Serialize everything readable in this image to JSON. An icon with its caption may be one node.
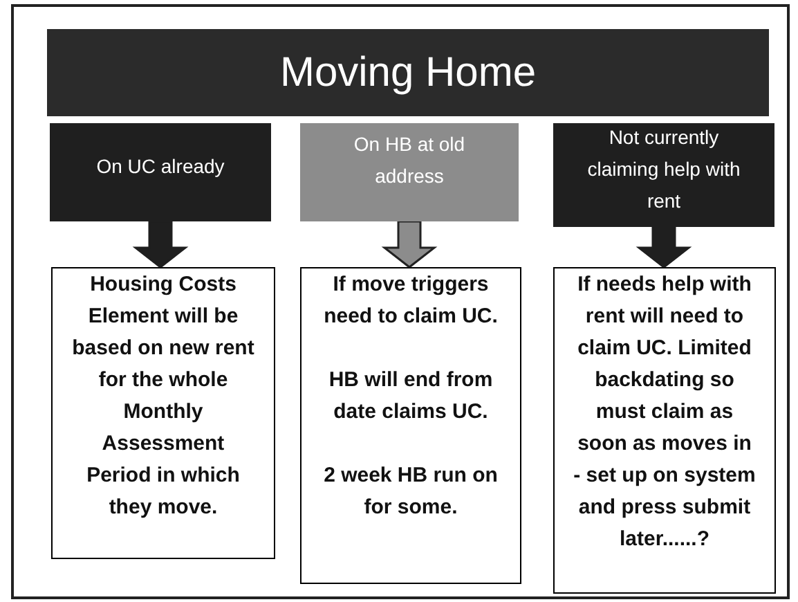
{
  "diagram": {
    "title": "Moving Home",
    "nodes": [
      {
        "text": [
          "On UC already"
        ]
      },
      {
        "text": [
          "On HB at old address"
        ]
      },
      {
        "text": [
          "Not currently claiming help with rent"
        ]
      },
      {
        "text": [
          "Housing Costs Element will be based on new rent for the whole Monthly Assessment Period in which they move."
        ]
      },
      {
        "text": [
          "If move triggers need to claim UC.",
          "HB will end from date claims UC.",
          "2 week HB run on for some."
        ]
      },
      {
        "text": [
          "If needs help with rent will need to claim UC. Limited backdating so must claim as soon as moves in - set up on system and press submit later......?"
        ]
      }
    ],
    "edges": [
      {
        "from": 0,
        "to": 3,
        "arrow": "to"
      },
      {
        "from": 1,
        "to": 4,
        "arrow": "to",
        "color": "#8c8c8c"
      },
      {
        "from": 2,
        "to": 5,
        "arrow": "to"
      }
    ]
  }
}
